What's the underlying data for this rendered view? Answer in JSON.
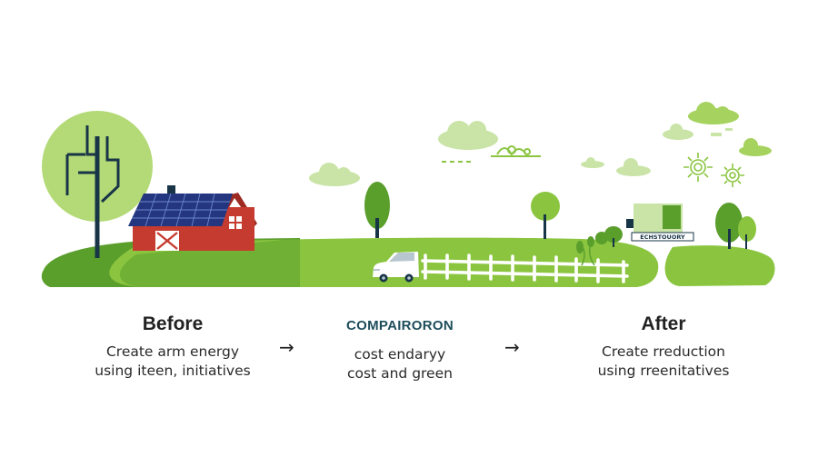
{
  "colors": {
    "grass_dark": "#5a9e2c",
    "grass_light": "#8bc540",
    "grass_pale": "#a6d35f",
    "barn_red": "#c63b2f",
    "solar_blue": "#23367f",
    "tower_navy": "#183447",
    "cloud": "#c9e4a6",
    "text": "#222222",
    "middle_title": "#1e4d5c"
  },
  "scene": {
    "icons": [
      "power-tower-icon",
      "barn-icon",
      "solar-panel-icon",
      "car-icon",
      "fence-icon",
      "tree-icon",
      "cloud-icon",
      "sun-icon",
      "building-icon"
    ],
    "building_sign": "ECHSTOUORY"
  },
  "labels": {
    "before": {
      "title": "Before",
      "line1": "Create arm energy",
      "line2": "using iteen, initiatives"
    },
    "middle": {
      "title": "COMPAIRORON",
      "line1": "cost endaryy",
      "line2": "cost and green"
    },
    "after": {
      "title": "After",
      "line1": "Create rreduction",
      "line2": "using rreenitatives"
    },
    "arrow_1": "→",
    "arrow_2": "→"
  }
}
